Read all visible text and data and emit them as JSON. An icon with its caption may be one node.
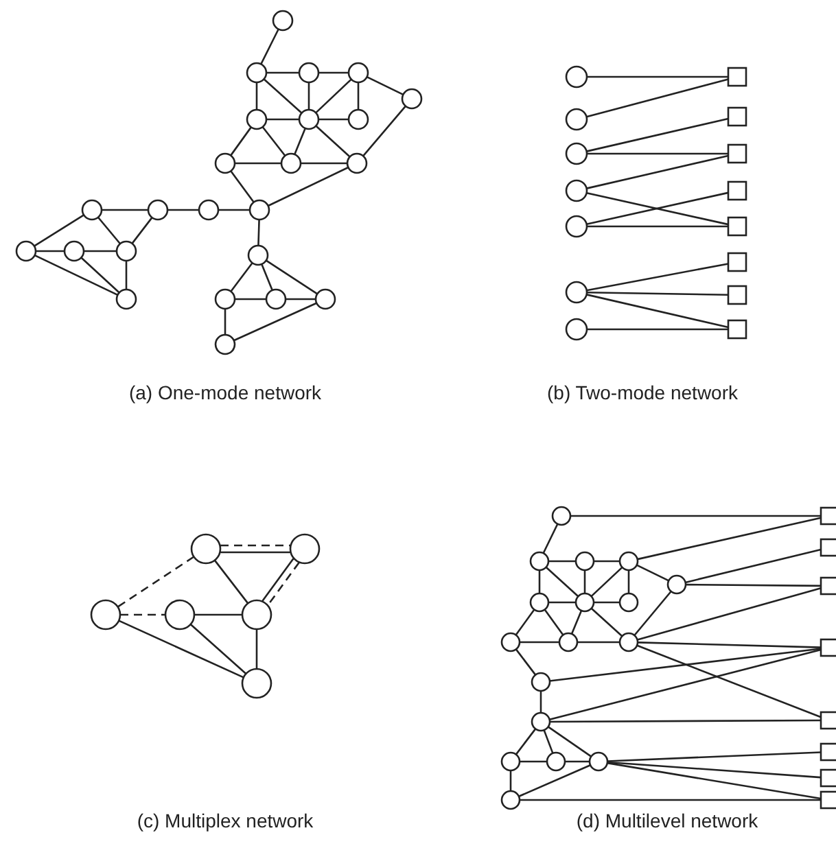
{
  "diagram": {
    "nodes": [
      {
        "text": [],
        "shape": "circle"
      },
      {
        "text": [],
        "shape": "circle"
      },
      {
        "text": [],
        "shape": "circle"
      },
      {
        "text": [],
        "shape": "circle"
      },
      {
        "text": [],
        "shape": "circle"
      },
      {
        "text": [],
        "shape": "circle"
      },
      {
        "text": [],
        "shape": "circle"
      },
      {
        "text": [],
        "shape": "circle"
      },
      {
        "text": [],
        "shape": "circle"
      },
      {
        "text": [],
        "shape": "circle"
      },
      {
        "text": [],
        "shape": "circle"
      },
      {
        "text": [],
        "shape": "circle"
      },
      {
        "text": [],
        "shape": "circle"
      },
      {
        "text": [],
        "shape": "circle"
      },
      {
        "text": [],
        "shape": "circle"
      },
      {
        "text": [],
        "shape": "circle"
      },
      {
        "text": [],
        "shape": "circle"
      },
      {
        "text": [],
        "shape": "circle"
      },
      {
        "text": [],
        "shape": "circle"
      },
      {
        "text": [],
        "shape": "circle"
      },
      {
        "text": [],
        "shape": "circle"
      },
      {
        "text": [],
        "shape": "circle"
      },
      {
        "text": [],
        "shape": "circle"
      },
      {
        "text": [],
        "shape": "circle"
      },
      {
        "text": [],
        "shape": "circle"
      },
      {
        "text": [],
        "shape": "circle"
      },
      {
        "text": [],
        "shape": "circle"
      },
      {
        "text": [],
        "shape": "circle"
      },
      {
        "text": [],
        "shape": "circle"
      },
      {
        "text": [],
        "shape": "circle"
      },
      {
        "text": [],
        "shape": "circle"
      },
      {
        "text": [],
        "shape": "box"
      },
      {
        "text": [],
        "shape": "box"
      },
      {
        "text": [],
        "shape": "box"
      },
      {
        "text": [],
        "shape": "box"
      },
      {
        "text": [],
        "shape": "box"
      },
      {
        "text": [],
        "shape": "box"
      },
      {
        "text": [],
        "shape": "box"
      },
      {
        "text": [],
        "shape": "box"
      },
      {
        "text": [],
        "shape": "circle"
      },
      {
        "text": [],
        "shape": "circle"
      },
      {
        "text": [],
        "shape": "circle"
      },
      {
        "text": [],
        "shape": "circle"
      },
      {
        "text": [],
        "shape": "circle"
      },
      {
        "text": [],
        "shape": "circle"
      },
      {
        "text": [],
        "shape": "circle"
      },
      {
        "text": [],
        "shape": "circle"
      },
      {
        "text": [],
        "shape": "circle"
      },
      {
        "text": [],
        "shape": "circle"
      },
      {
        "text": [],
        "shape": "circle"
      },
      {
        "text": [],
        "shape": "circle"
      },
      {
        "text": [],
        "shape": "circle"
      },
      {
        "text": [],
        "shape": "circle"
      },
      {
        "text": [],
        "shape": "circle"
      },
      {
        "text": [],
        "shape": "circle"
      },
      {
        "text": [],
        "shape": "circle"
      },
      {
        "text": [],
        "shape": "circle"
      },
      {
        "text": [],
        "shape": "circle"
      },
      {
        "text": [],
        "shape": "circle"
      },
      {
        "text": [],
        "shape": "circle"
      },
      {
        "text": [],
        "shape": "circle"
      },
      {
        "text": [],
        "shape": "circle"
      },
      {
        "text": [],
        "shape": "box"
      },
      {
        "text": [],
        "shape": "box"
      },
      {
        "text": [],
        "shape": "box"
      },
      {
        "text": [],
        "shape": "box"
      },
      {
        "text": [],
        "shape": "box"
      },
      {
        "text": [],
        "shape": "box"
      },
      {
        "text": [],
        "shape": "box"
      },
      {
        "text": [],
        "shape": "box"
      }
    ],
    "edges": [
      {
        "from": 0,
        "to": 1,
        "arrow": "none"
      },
      {
        "from": 1,
        "to": 2,
        "arrow": "none"
      },
      {
        "from": 2,
        "to": 3,
        "arrow": "none"
      },
      {
        "from": 3,
        "to": 4,
        "arrow": "none"
      },
      {
        "from": 1,
        "to": 5,
        "arrow": "none"
      },
      {
        "from": 1,
        "to": 6,
        "arrow": "none"
      },
      {
        "from": 2,
        "to": 6,
        "arrow": "none"
      },
      {
        "from": 3,
        "to": 6,
        "arrow": "none"
      },
      {
        "from": 3,
        "to": 7,
        "arrow": "none"
      },
      {
        "from": 5,
        "to": 6,
        "arrow": "none"
      },
      {
        "from": 6,
        "to": 7,
        "arrow": "none"
      },
      {
        "from": 5,
        "to": 8,
        "arrow": "none"
      },
      {
        "from": 5,
        "to": 9,
        "arrow": "none"
      },
      {
        "from": 6,
        "to": 9,
        "arrow": "none"
      },
      {
        "from": 6,
        "to": 10,
        "arrow": "none"
      },
      {
        "from": 8,
        "to": 9,
        "arrow": "none"
      },
      {
        "from": 9,
        "to": 10,
        "arrow": "none"
      },
      {
        "from": 4,
        "to": 10,
        "arrow": "none"
      },
      {
        "from": 8,
        "to": 11,
        "arrow": "none"
      },
      {
        "from": 10,
        "to": 11,
        "arrow": "none"
      },
      {
        "from": 11,
        "to": 12,
        "arrow": "none"
      },
      {
        "from": 12,
        "to": 13,
        "arrow": "none"
      },
      {
        "from": 13,
        "to": 14,
        "arrow": "none"
      },
      {
        "from": 13,
        "to": 17,
        "arrow": "none"
      },
      {
        "from": 14,
        "to": 15,
        "arrow": "none"
      },
      {
        "from": 14,
        "to": 17,
        "arrow": "none"
      },
      {
        "from": 15,
        "to": 16,
        "arrow": "none"
      },
      {
        "from": 16,
        "to": 17,
        "arrow": "none"
      },
      {
        "from": 15,
        "to": 18,
        "arrow": "none"
      },
      {
        "from": 16,
        "to": 18,
        "arrow": "none"
      },
      {
        "from": 17,
        "to": 18,
        "arrow": "none"
      },
      {
        "from": 11,
        "to": 19,
        "arrow": "none"
      },
      {
        "from": 19,
        "to": 20,
        "arrow": "none"
      },
      {
        "from": 19,
        "to": 21,
        "arrow": "none"
      },
      {
        "from": 19,
        "to": 22,
        "arrow": "none"
      },
      {
        "from": 20,
        "to": 21,
        "arrow": "none"
      },
      {
        "from": 21,
        "to": 22,
        "arrow": "none"
      },
      {
        "from": 20,
        "to": 23,
        "arrow": "none"
      },
      {
        "from": 23,
        "to": 22,
        "arrow": "none"
      },
      {
        "from": 24,
        "to": 31,
        "arrow": "none"
      },
      {
        "from": 25,
        "to": 31,
        "arrow": "none"
      },
      {
        "from": 26,
        "to": 32,
        "arrow": "none"
      },
      {
        "from": 26,
        "to": 33,
        "arrow": "none"
      },
      {
        "from": 27,
        "to": 33,
        "arrow": "none"
      },
      {
        "from": 27,
        "to": 35,
        "arrow": "none"
      },
      {
        "from": 28,
        "to": 34,
        "arrow": "none"
      },
      {
        "from": 28,
        "to": 35,
        "arrow": "none"
      },
      {
        "from": 29,
        "to": 36,
        "arrow": "none"
      },
      {
        "from": 29,
        "to": 37,
        "arrow": "none"
      },
      {
        "from": 29,
        "to": 38,
        "arrow": "none"
      },
      {
        "from": 30,
        "to": 38,
        "arrow": "none"
      },
      {
        "from": 39,
        "to": 40,
        "arrow": "none"
      },
      {
        "from": 39,
        "to": 40,
        "arrow": "none",
        "style": "dashed"
      },
      {
        "from": 40,
        "to": 43,
        "arrow": "none"
      },
      {
        "from": 40,
        "to": 43,
        "arrow": "none",
        "style": "dashed"
      },
      {
        "from": 39,
        "to": 41,
        "arrow": "none",
        "style": "dashed"
      },
      {
        "from": 41,
        "to": 42,
        "arrow": "none",
        "style": "dashed"
      },
      {
        "from": 39,
        "to": 43,
        "arrow": "none"
      },
      {
        "from": 42,
        "to": 43,
        "arrow": "none"
      },
      {
        "from": 43,
        "to": 44,
        "arrow": "none"
      },
      {
        "from": 42,
        "to": 44,
        "arrow": "none"
      },
      {
        "from": 41,
        "to": 44,
        "arrow": "none"
      },
      {
        "from": 45,
        "to": 62,
        "arrow": "none"
      },
      {
        "from": 45,
        "to": 46,
        "arrow": "none"
      },
      {
        "from": 46,
        "to": 47,
        "arrow": "none"
      },
      {
        "from": 47,
        "to": 48,
        "arrow": "none"
      },
      {
        "from": 48,
        "to": 62,
        "arrow": "none"
      },
      {
        "from": 48,
        "to": 49,
        "arrow": "none"
      },
      {
        "from": 49,
        "to": 63,
        "arrow": "none"
      },
      {
        "from": 49,
        "to": 64,
        "arrow": "none"
      },
      {
        "from": 46,
        "to": 50,
        "arrow": "none"
      },
      {
        "from": 46,
        "to": 51,
        "arrow": "none"
      },
      {
        "from": 47,
        "to": 51,
        "arrow": "none"
      },
      {
        "from": 48,
        "to": 51,
        "arrow": "none"
      },
      {
        "from": 48,
        "to": 52,
        "arrow": "none"
      },
      {
        "from": 50,
        "to": 51,
        "arrow": "none"
      },
      {
        "from": 51,
        "to": 52,
        "arrow": "none"
      },
      {
        "from": 50,
        "to": 53,
        "arrow": "none"
      },
      {
        "from": 50,
        "to": 54,
        "arrow": "none"
      },
      {
        "from": 51,
        "to": 54,
        "arrow": "none"
      },
      {
        "from": 51,
        "to": 55,
        "arrow": "none"
      },
      {
        "from": 49,
        "to": 55,
        "arrow": "none"
      },
      {
        "from": 53,
        "to": 54,
        "arrow": "none"
      },
      {
        "from": 54,
        "to": 55,
        "arrow": "none"
      },
      {
        "from": 53,
        "to": 56,
        "arrow": "none"
      },
      {
        "from": 56,
        "to": 65,
        "arrow": "none"
      },
      {
        "from": 55,
        "to": 64,
        "arrow": "none"
      },
      {
        "from": 55,
        "to": 65,
        "arrow": "none"
      },
      {
        "from": 55,
        "to": 66,
        "arrow": "none"
      },
      {
        "from": 56,
        "to": 57,
        "arrow": "none"
      },
      {
        "from": 57,
        "to": 65,
        "arrow": "none"
      },
      {
        "from": 57,
        "to": 66,
        "arrow": "none"
      },
      {
        "from": 57,
        "to": 58,
        "arrow": "none"
      },
      {
        "from": 57,
        "to": 59,
        "arrow": "none"
      },
      {
        "from": 57,
        "to": 60,
        "arrow": "none"
      },
      {
        "from": 58,
        "to": 59,
        "arrow": "none"
      },
      {
        "from": 59,
        "to": 60,
        "arrow": "none"
      },
      {
        "from": 58,
        "to": 61,
        "arrow": "none"
      },
      {
        "from": 61,
        "to": 60,
        "arrow": "none"
      },
      {
        "from": 60,
        "to": 67,
        "arrow": "none"
      },
      {
        "from": 60,
        "to": 68,
        "arrow": "none"
      },
      {
        "from": 60,
        "to": 69,
        "arrow": "none"
      },
      {
        "from": 61,
        "to": 69,
        "arrow": "none"
      }
    ],
    "labels": [
      "(a) One-mode network",
      "(b) Two-mode network",
      "(c) Multiplex network",
      "(d) Multilevel network"
    ]
  }
}
